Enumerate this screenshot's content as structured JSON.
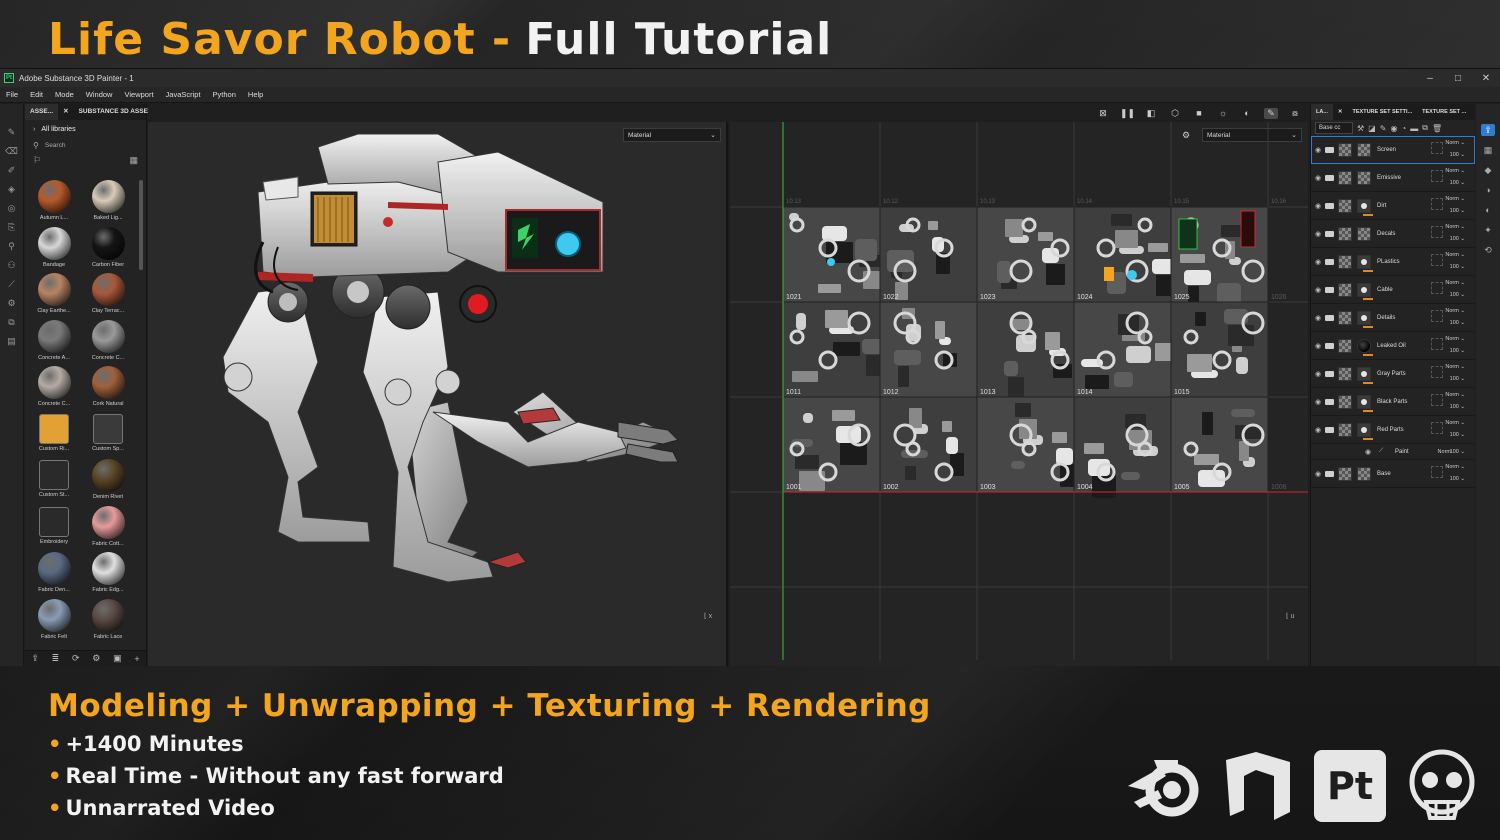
{
  "headline": {
    "part1": "Life Savor Robot -",
    "part2": "Full Tutorial"
  },
  "app": {
    "title": "Adobe Substance 3D Painter - 1",
    "badge": "Pt",
    "window_controls": [
      "–",
      "□",
      "✕"
    ],
    "menu": [
      "File",
      "Edit",
      "Mode",
      "Window",
      "Viewport",
      "JavaScript",
      "Python",
      "Help"
    ]
  },
  "assets_panel": {
    "tabs": [
      "ASSE...",
      "✕",
      "SUBSTANCE 3D ASSETS"
    ],
    "library": "All libraries",
    "search_placeholder": "Search",
    "items": [
      {
        "label": "Autumn L...",
        "color": "#b85a2a"
      },
      {
        "label": "Baked Lig...",
        "color": "#d8cbb8"
      },
      {
        "label": "Bandage",
        "color": "#d8d8d8"
      },
      {
        "label": "Carbon Fiber",
        "color": "#151515"
      },
      {
        "label": "Clay Earthe...",
        "color": "#b88462"
      },
      {
        "label": "Clay Terrac...",
        "color": "#a9583a"
      },
      {
        "label": "Concrete A...",
        "color": "#7a7a7a"
      },
      {
        "label": "Concrete C...",
        "color": "#9a9a9a"
      },
      {
        "label": "Concrete C...",
        "color": "#b4aca4"
      },
      {
        "label": "Cork Natural",
        "color": "#a0603c"
      },
      {
        "label": "Custom Ri...",
        "color": "#e2a132"
      },
      {
        "label": "Custom Sp...",
        "color": "#3a3a3a"
      },
      {
        "label": "Custom St...",
        "color": "#2a2a2a"
      },
      {
        "label": "Denim Rivet",
        "color": "#5a4628"
      },
      {
        "label": "Embroidery",
        "color": "#2a2a2a"
      },
      {
        "label": "Fabric Cott...",
        "color": "#e89a9a"
      },
      {
        "label": "Fabric Den...",
        "color": "#5a6a82"
      },
      {
        "label": "Fabric Edg...",
        "color": "#e0e0e0"
      },
      {
        "label": "Fabric Felt",
        "color": "#8a9cb4"
      },
      {
        "label": "Fabric Lace",
        "color": "#5a4a44"
      }
    ]
  },
  "viewport_3d": {
    "mode": "Material"
  },
  "viewport_uv": {
    "mode": "Material",
    "udims_row1": [
      "1021",
      "1022",
      "1023",
      "1024",
      "1025",
      "1026"
    ],
    "udims_row2": [
      "1011",
      "1012",
      "1013",
      "1014",
      "1015"
    ],
    "udims_row3": [
      "1001",
      "1002",
      "1003",
      "1004",
      "1005",
      "1006"
    ],
    "top_labels": [
      "10.13",
      "10.12",
      "10.13",
      "10.14",
      "10.15",
      "10.16"
    ]
  },
  "layers_panel": {
    "tabs": [
      "LA...",
      "✕",
      "TEXTURE SET SETTI...",
      "TEXTURE SET ..."
    ],
    "channel": "Base cc",
    "layers": [
      {
        "name": "Screen",
        "blend": "Norm",
        "opacity": "100",
        "thumb": "checker",
        "selected": true
      },
      {
        "name": "Emissive",
        "blend": "Norm",
        "opacity": "100",
        "thumb": "checker"
      },
      {
        "name": "Dirt",
        "blend": "Norm",
        "opacity": "100",
        "thumb": "mask",
        "bar": true
      },
      {
        "name": "Decals",
        "blend": "Norm",
        "opacity": "100",
        "thumb": "checker"
      },
      {
        "name": "PLastics",
        "blend": "Norm",
        "opacity": "100",
        "thumb": "mask",
        "bar": true
      },
      {
        "name": "Cable",
        "blend": "Norm",
        "opacity": "100",
        "thumb": "mask",
        "bar": true
      },
      {
        "name": "Details",
        "blend": "Norm",
        "opacity": "100",
        "thumb": "mask",
        "bar": true
      },
      {
        "name": "Leaked Oil",
        "blend": "Norm",
        "opacity": "100",
        "thumb": "black",
        "bar": true
      },
      {
        "name": "Gray Parts",
        "blend": "Norm",
        "opacity": "100",
        "thumb": "mask",
        "bar": true
      },
      {
        "name": "Black Parts",
        "blend": "Norm",
        "opacity": "100",
        "thumb": "mask",
        "bar": true
      },
      {
        "name": "Red Parts",
        "blend": "Norm",
        "opacity": "100",
        "thumb": "mask",
        "bar": true
      }
    ],
    "effect": {
      "name": "Paint",
      "blend": "Norm",
      "opacity": "100"
    },
    "base": {
      "name": "Base",
      "blend": "Norm",
      "opacity": "100"
    }
  },
  "features": {
    "headline": "Modeling + Unwrapping + Texturing + Rendering",
    "bullets": [
      "+1400 Minutes",
      "Real Time - Without any fast forward",
      "Unnarrated Video"
    ]
  },
  "logos": [
    "blender-logo",
    "unreal-logo",
    "Pt",
    "monkey-skull-logo"
  ],
  "colors": {
    "accent": "#f4a51e",
    "selection": "#2d7dd2",
    "uv_red_line": "#cc2a2a",
    "uv_green_line": "#2fbf3a"
  }
}
